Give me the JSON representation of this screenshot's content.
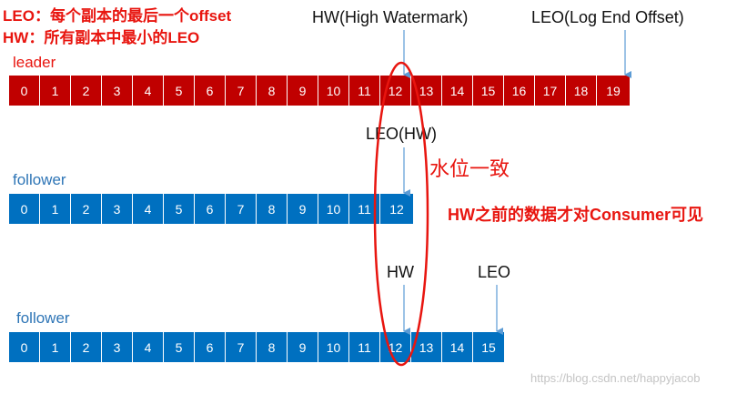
{
  "legend": {
    "leo_def": "LEO：每个副本的最后一个offset",
    "hw_def": "HW：所有副本中最小的LEO"
  },
  "labels": {
    "hw_top": "HW(High Watermark)",
    "leo_top": "LEO(Log End Offset)",
    "leader": "leader",
    "follower1": "follower",
    "follower2": "follower",
    "leo_hw": "LEO(HW)",
    "water_level": "水位一致",
    "visibility_note": "HW之前的数据才对Consumer可见",
    "hw_bottom": "HW",
    "leo_bottom": "LEO"
  },
  "rows": {
    "leader": [
      "0",
      "1",
      "2",
      "3",
      "4",
      "5",
      "6",
      "7",
      "8",
      "9",
      "10",
      "11",
      "12",
      "13",
      "14",
      "15",
      "16",
      "17",
      "18",
      "19"
    ],
    "follower1": [
      "0",
      "1",
      "2",
      "3",
      "4",
      "5",
      "6",
      "7",
      "8",
      "9",
      "10",
      "11",
      "12"
    ],
    "follower2": [
      "0",
      "1",
      "2",
      "3",
      "4",
      "5",
      "6",
      "7",
      "8",
      "9",
      "10",
      "11",
      "12",
      "13",
      "14",
      "15"
    ]
  },
  "colors": {
    "leader": "#c00000",
    "follower": "#0070c0",
    "highlight": "#e8150f",
    "arrow": "#5b9bd5"
  },
  "watermark": "https://blog.csdn.net/happyjacob"
}
